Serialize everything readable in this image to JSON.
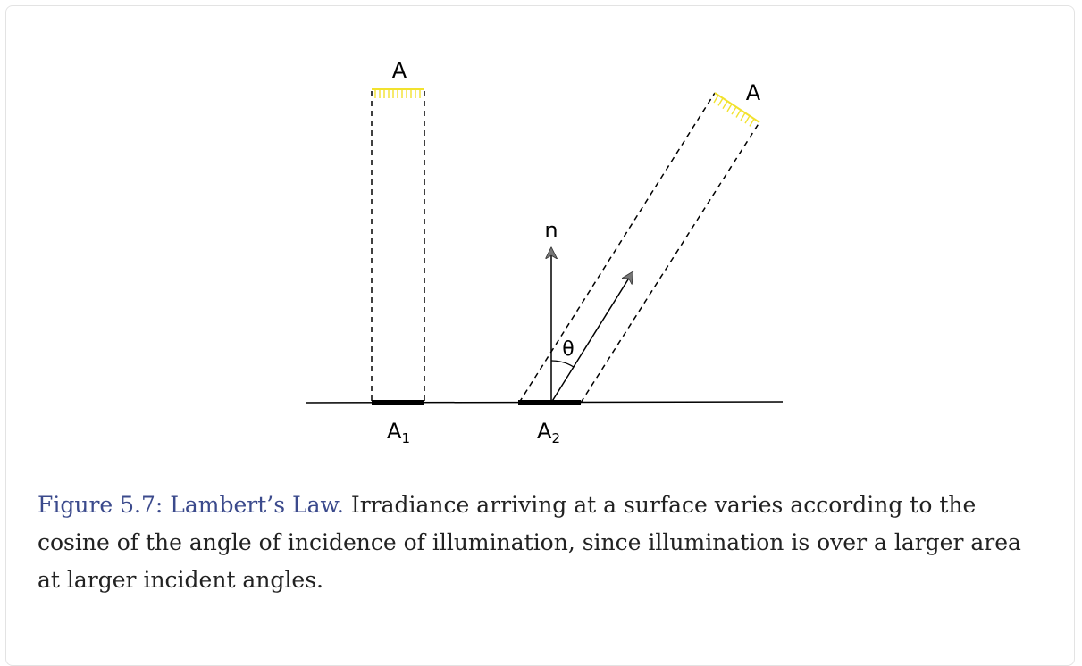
{
  "diagram": {
    "labels": {
      "source_left": "A",
      "source_right": "A",
      "normal": "n",
      "angle": "θ",
      "area_1": "A",
      "area_1_sub": "1",
      "area_2": "A",
      "area_2_sub": "2"
    },
    "colors": {
      "source_hatch": "#f2e22e",
      "ink": "#000000",
      "arrow": "#555555"
    }
  },
  "caption": {
    "figure_ref": "Figure 5.7: Lambert’s Law.",
    "text": " Irradiance arriving at a surface varies according to the cosine of the angle of incidence of illumination, since illumination is over a larger area at larger incident angles."
  }
}
